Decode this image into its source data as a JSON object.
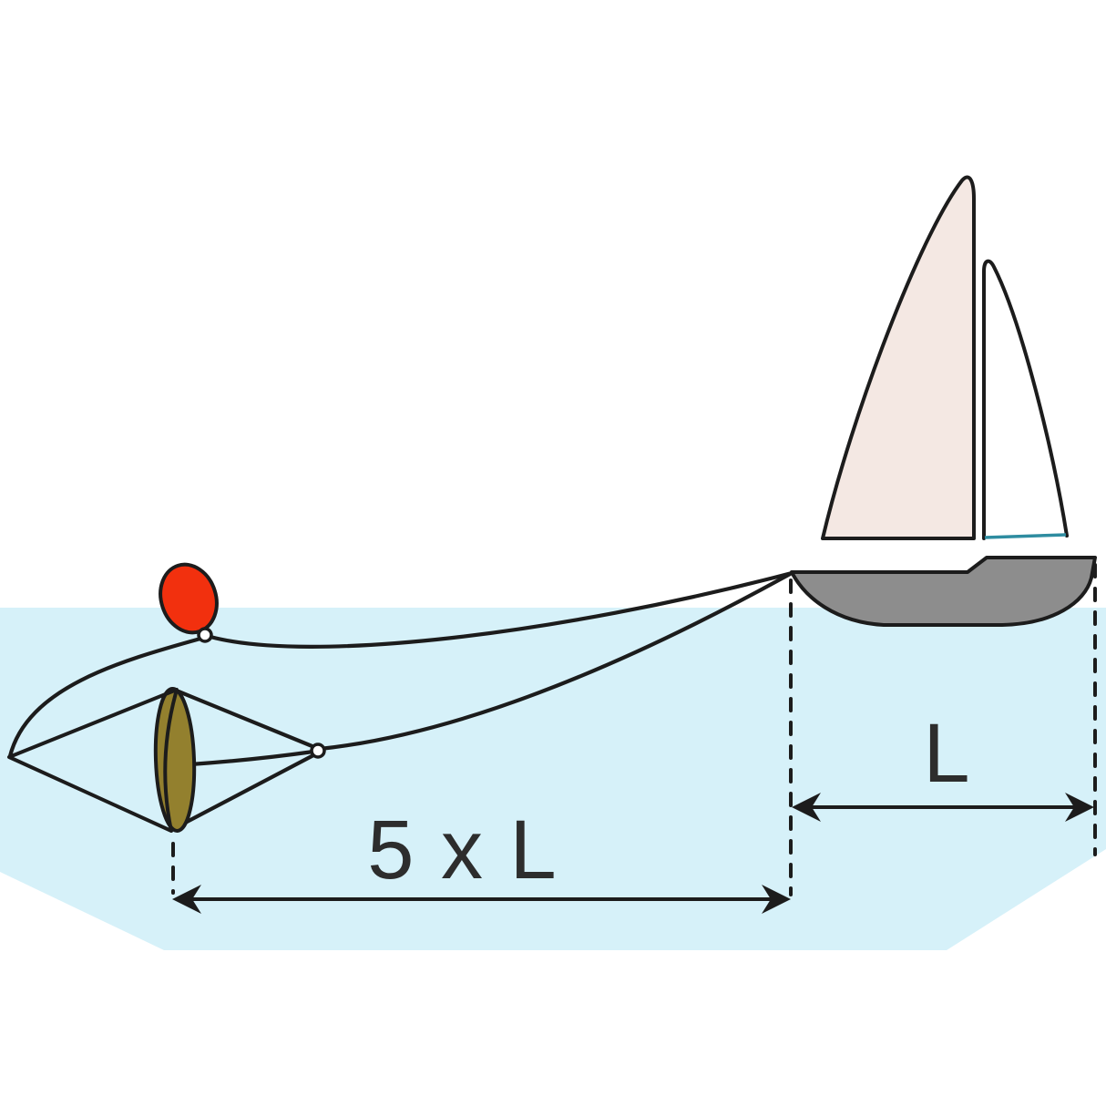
{
  "figure": {
    "kind": "sea-anchor-deployment-diagram",
    "description": "Sailboat towing a cone drogue (sea anchor) with marker buoy; dimension arrows show rode length of 5 x L versus boat length L",
    "labels": {
      "rode_length": "5 x L",
      "boat_length": "L"
    },
    "colors": {
      "water": "#d6f1f9",
      "hull": "#8d8d8d",
      "mainsail": "#f4e8e3",
      "jib": "#ffffff",
      "jib_foot": "#2e8ca0",
      "drogue_body": "#d3a556",
      "drogue_mouth": "#93802e",
      "buoy": "#f2300e",
      "outline": "#1c1c1c",
      "text": "#2d2d2d"
    }
  }
}
